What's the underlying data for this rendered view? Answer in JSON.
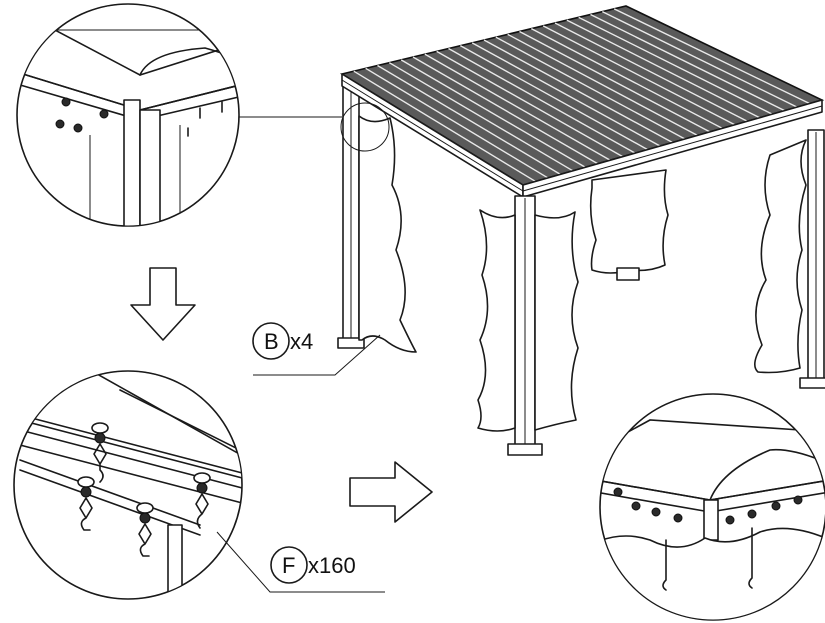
{
  "parts": [
    {
      "letter": "B",
      "quantity": "x4"
    },
    {
      "letter": "F",
      "quantity": "x160"
    }
  ],
  "colors": {
    "line": "#1a1a1a",
    "roof": "#5a5a5a",
    "background": "#ffffff"
  },
  "icons": {
    "arrow_down": "down-arrow-icon",
    "arrow_right": "right-arrow-icon"
  }
}
